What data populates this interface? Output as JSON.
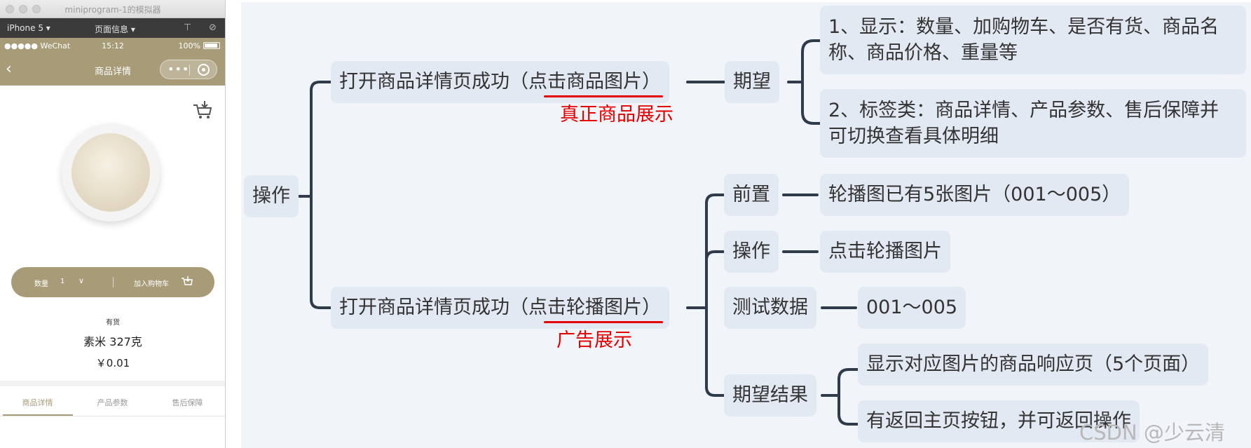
{
  "simulator": {
    "window_title": "miniprogram-1的模拟器",
    "device": "iPhone 5 ▾",
    "page_info": "页面信息 ▾",
    "status": {
      "carrier": "●●●●● WeChat",
      "time": "15:12",
      "battery": "100%"
    },
    "nav_title": "商品详情",
    "capsule_dots": "•••",
    "buy_bar": {
      "qty_label": "数量",
      "qty_value": "1",
      "chevron": "∨",
      "add_to_cart": "加入购物车"
    },
    "stock": "有货",
    "product_name": "素米 327克",
    "price": "￥0.01",
    "tabs": [
      {
        "label": "商品详情",
        "active": true
      },
      {
        "label": "产品参数",
        "active": false
      },
      {
        "label": "售后保障",
        "active": false
      }
    ],
    "colors": {
      "theme": "#a79b78",
      "dark_bar": "#3b3b3b"
    }
  },
  "mindmap": {
    "root": "操作",
    "branch1": {
      "title": "打开商品详情页成功（点击商品图片）",
      "annotation": "真正商品展示",
      "expect": "期望",
      "items": [
        "1、显示：数量、加购物车、是否有货、商品名称、商品价格、重量等",
        "2、标签类：商品详情、产品参数、售后保障并可切换查看具体明细"
      ]
    },
    "branch2": {
      "title": "打开商品详情页成功（点击轮播图片）",
      "annotation": "广告展示",
      "pre_label": "前置",
      "pre_value": "轮播图已有5张图片（001～005）",
      "op_label": "操作",
      "op_value": "点击轮播图片",
      "data_label": "测试数据",
      "data_value": "001～005",
      "result_label": "期望结果",
      "results": [
        "显示对应图片的商品响应页（5个页面）",
        "有返回主页按钮，并可返回操作"
      ]
    },
    "colors": {
      "node_bg": "#e3e9f2",
      "line": "#2f3b4a",
      "annotation": "#e30000",
      "canvas": "#f1f4f9"
    }
  },
  "watermark": "CSDN @少云清"
}
